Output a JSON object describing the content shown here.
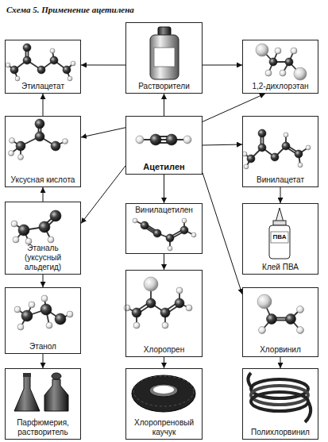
{
  "diagram": {
    "title": "Схема 5. Применение ацетилена",
    "nodes": [
      {
        "text": [
          "Этилацетат"
        ]
      },
      {
        "text": [
          "Растворители"
        ]
      },
      {
        "text": [
          "1,2-дихлорэтан"
        ]
      },
      {
        "text": [
          "Уксусная кислота"
        ]
      },
      {
        "text": [
          "Ацетилен"
        ]
      },
      {
        "text": [
          "Винилацетат"
        ]
      },
      {
        "text": [
          "Этаналь (уксусный альдегид)"
        ]
      },
      {
        "text": [
          "Винилацетилен"
        ]
      },
      {
        "text": [
          "Клей ПВА"
        ]
      },
      {
        "text": [
          "Этанол"
        ]
      },
      {
        "text": [
          "Хлоропрен"
        ]
      },
      {
        "text": [
          "Хлорвинил"
        ]
      },
      {
        "text": [
          "Парфюмерия, растворитель"
        ]
      },
      {
        "text": [
          "Хлоропреновый каучук"
        ]
      },
      {
        "text": [
          "Полихлорвинил"
        ]
      }
    ],
    "edges": [
      {
        "from": 1,
        "to": 0,
        "arrow": "to"
      },
      {
        "from": 1,
        "to": 2,
        "arrow": "to"
      },
      {
        "from": 4,
        "to": 1,
        "arrow": "to"
      },
      {
        "from": 3,
        "to": 0,
        "arrow": "to"
      },
      {
        "from": 4,
        "to": 3,
        "arrow": "to"
      },
      {
        "from": 4,
        "to": 6,
        "arrow": "to"
      },
      {
        "from": 6,
        "to": 3,
        "arrow": "to"
      },
      {
        "from": 6,
        "to": 9,
        "arrow": "to"
      },
      {
        "from": 9,
        "to": 12,
        "arrow": "to"
      },
      {
        "from": 4,
        "to": 7,
        "arrow": "to"
      },
      {
        "from": 7,
        "to": 10,
        "arrow": "to"
      },
      {
        "from": 10,
        "to": 13,
        "arrow": "to"
      },
      {
        "from": 4,
        "to": 2,
        "arrow": "to"
      },
      {
        "from": 4,
        "to": 5,
        "arrow": "to"
      },
      {
        "from": 5,
        "to": 8,
        "arrow": "to"
      },
      {
        "from": 4,
        "to": 11,
        "arrow": "to"
      },
      {
        "from": 11,
        "to": 14,
        "arrow": "to"
      }
    ],
    "labels": [
      "ПВА"
    ]
  }
}
